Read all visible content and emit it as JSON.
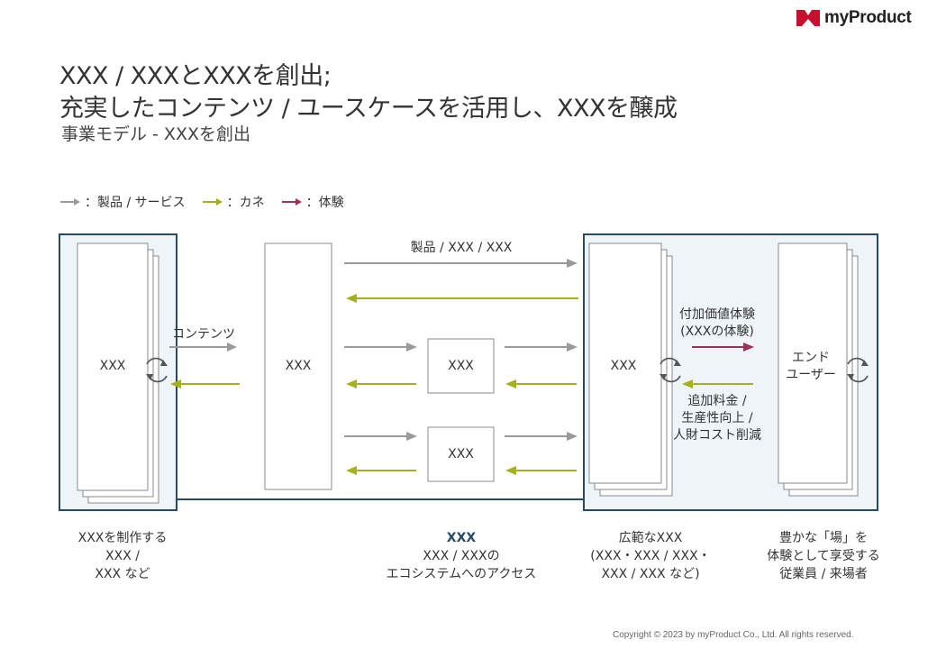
{
  "brand": {
    "name": "myProduct",
    "logo_color": "#c8102e"
  },
  "title": {
    "line1": "XXX / XXXとXXXを創出;",
    "line2": "充実したコンテンツ / ユースケースを活用し、XXXを醸成",
    "subtitle": "事業モデル - XXXを創出"
  },
  "legend": [
    {
      "label": "：製品 / サービス",
      "color": "#9a9a9a"
    },
    {
      "label": "：カネ",
      "color": "#a4b11c"
    },
    {
      "label": "：体験",
      "color": "#9e2f55"
    }
  ],
  "nodes": {
    "creator": "XXX",
    "platform": "XXX",
    "mid_top": "XXX",
    "mid_bottom": "XXX",
    "venue": "XXX",
    "end_user": "エンド\nユーザー"
  },
  "flows": {
    "content": "コンテンツ",
    "product": "製品 / XXX / XXX",
    "experience": "付加価値体験\n(XXXの体験)",
    "payment": "追加料金 /\n生産性向上 /\n人財コスト削減"
  },
  "captions": {
    "creator": "XXXを制作する\nXXX /\nXXX など",
    "platform_title": "XXX",
    "platform": "XXX / XXXの\nエコシステムへのアクセス",
    "venue": "広範なXXX\n(XXX・XXX / XXX・\nXXX / XXX など)",
    "end_user": "豊かな「場」を\n体験として享受する\n従業員 / 来場者"
  },
  "colors": {
    "product": "#9a9a9a",
    "money": "#a4b11c",
    "experience": "#9e2f55",
    "frame": "#264a63",
    "frame_fill": "#eef4f8"
  },
  "copyright": "Copyright © 2023 by myProduct Co., Ltd.  All rights reserved."
}
